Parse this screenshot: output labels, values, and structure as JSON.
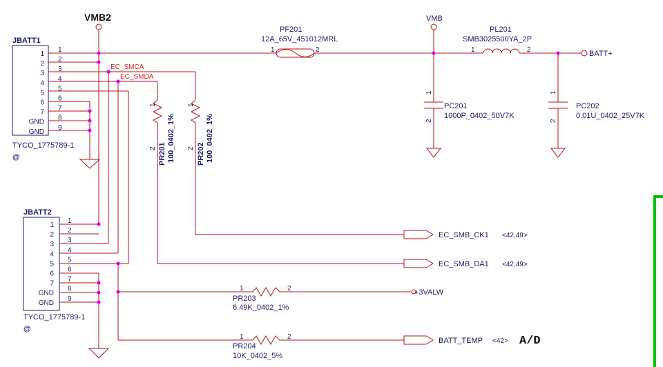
{
  "colors": {
    "wire": "#b5121b",
    "junction": "#e000e0",
    "ink": "#1a1a66",
    "border": "#00c000"
  },
  "vmb2": {
    "label": "VMB2"
  },
  "vmb": {
    "label": "VMB"
  },
  "jbatt1": {
    "ref": "JBATT1",
    "part": "TYCO_1775789-1",
    "at": "@",
    "pins": [
      "1",
      "2",
      "3",
      "4",
      "5",
      "6",
      "7",
      "GND",
      "GND"
    ],
    "pin_numbers": [
      "1",
      "2",
      "3",
      "4",
      "5",
      "6",
      "7",
      "8",
      "9"
    ]
  },
  "jbatt2": {
    "ref": "JBATT2",
    "part": "TYCO_1775789-1",
    "at": "@",
    "pins": [
      "1",
      "2",
      "3",
      "4",
      "5",
      "6",
      "7",
      "GND",
      "GND"
    ],
    "pin_numbers": [
      "1",
      "2",
      "3",
      "4",
      "5",
      "6",
      "7",
      "8",
      "9"
    ]
  },
  "nets": {
    "smca": "EC_SMCA",
    "smda": "EC_SMDA"
  },
  "pf201": {
    "ref": "PF201",
    "value": "12A_65V_451012MRL",
    "p1": "1",
    "p2": "2"
  },
  "pl201": {
    "ref": "PL201",
    "value": "SMB3025500YA_2P",
    "p1": "1",
    "p2": "2"
  },
  "batt_plus": "BATT+",
  "pc201": {
    "ref": "PC201",
    "value": "1000P_0402_50V7K",
    "p1": "1",
    "p2": "2"
  },
  "pc202": {
    "ref": "PC202",
    "value": "0.01U_0402_25V7K",
    "p1": "1",
    "p2": "2"
  },
  "pr201": {
    "ref": "PR201",
    "value": "100_0402_1%",
    "p1": "1",
    "p2": "2"
  },
  "pr202": {
    "ref": "PR202",
    "value": "100_0402_1%",
    "p1": "1",
    "p2": "2"
  },
  "pr203": {
    "ref": "PR203",
    "value": "6.49K_0402_1%",
    "p1": "1",
    "p2": "2"
  },
  "pr204": {
    "ref": "PR204",
    "value": "10K_0402_5%",
    "p1": "1",
    "p2": "2"
  },
  "offpage": {
    "ck1": {
      "name": "EC_SMB_CK1",
      "ref": "<42,49>"
    },
    "da1": {
      "name": "EC_SMB_DA1",
      "ref": "<42,49>"
    },
    "temp": {
      "name": "BATT_TEMP",
      "ref": "<42>"
    }
  },
  "valw": "+3VALW",
  "ad_note": "A/D"
}
